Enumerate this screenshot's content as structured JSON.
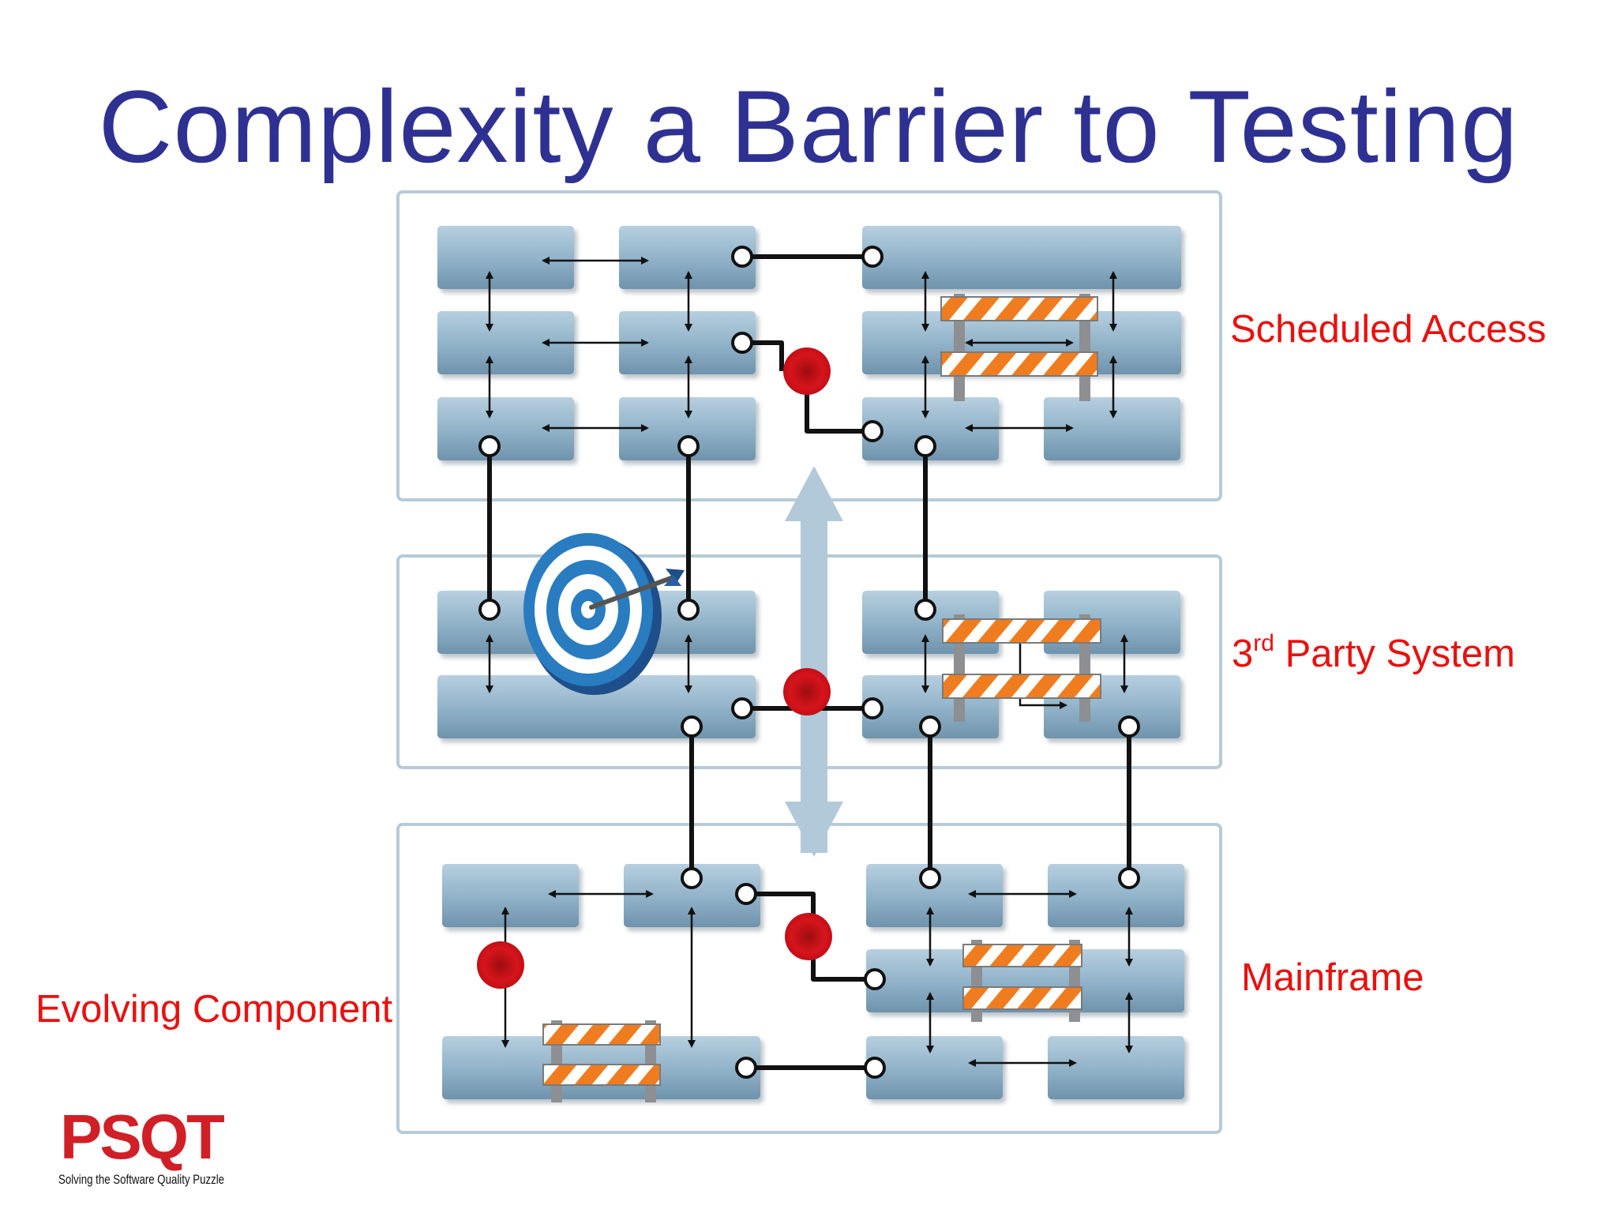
{
  "slide": {
    "title": "Complexity a Barrier to Testing"
  },
  "labels": {
    "scheduled_access": "Scheduled Access",
    "third_party_prefix": "3",
    "third_party_sup": "rd",
    "third_party_rest": " Party System",
    "mainframe": "Mainframe",
    "evolving_component": "Evolving Component"
  },
  "logo": {
    "mark": "PSQT",
    "tagline": "Solving the Software Quality Puzzle"
  },
  "colors": {
    "title": "#2e3192",
    "label": "#e8110f",
    "node_fill": "#8fb1c7",
    "panel_border": "#b7cad7",
    "blocker_dot": "#d7141c",
    "barrier_orange": "#ef7d20"
  },
  "icons": {
    "target": "target-with-dart-icon",
    "barrier": "construction-barrier-icon",
    "blocker": "red-dot-icon",
    "bidirectional_arrow": "double-arrow-icon"
  }
}
